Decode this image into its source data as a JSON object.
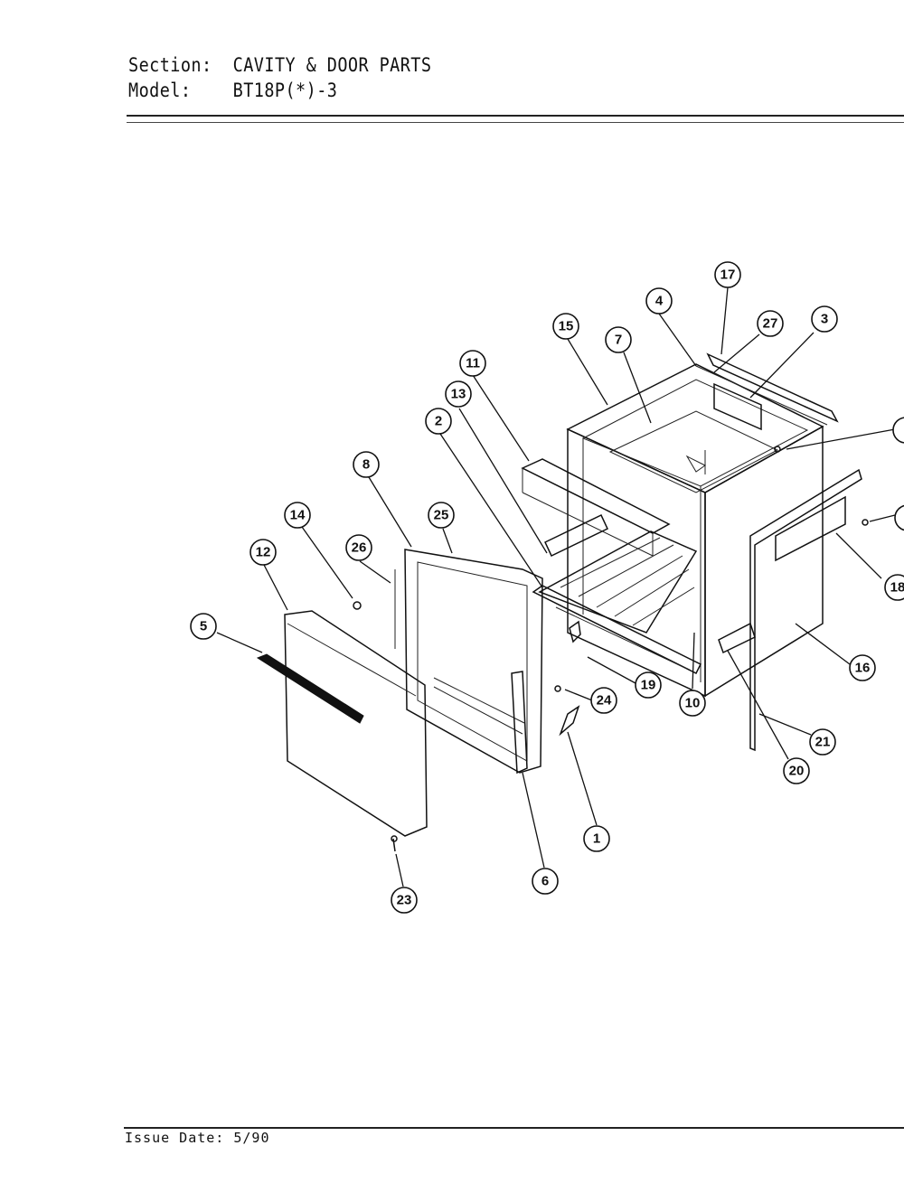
{
  "header": {
    "section_label": "Section:",
    "section_value": "CAVITY & DOOR PARTS",
    "model_label": "Model:",
    "model_value": "BT18P(*)-3"
  },
  "footer": {
    "issue_label": "Issue Date:",
    "issue_value": "5/90"
  },
  "callouts": [
    "1",
    "2",
    "3",
    "4",
    "5",
    "6",
    "7",
    "8",
    "10",
    "11",
    "12",
    "13",
    "14",
    "15",
    "16",
    "17",
    "19",
    "20",
    "21",
    "23",
    "24",
    "25",
    "26",
    "27",
    "18"
  ]
}
